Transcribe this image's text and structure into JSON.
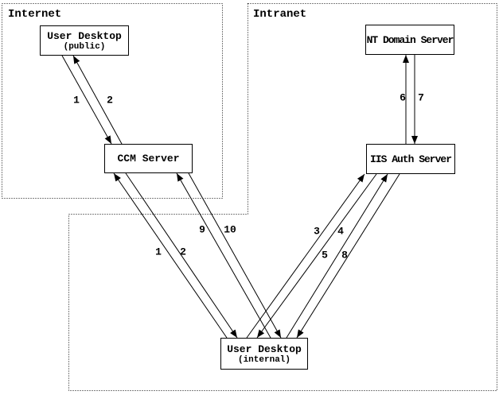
{
  "diagram": {
    "zones": [
      {
        "id": "internet",
        "label": "Internet"
      },
      {
        "id": "intranet",
        "label": "Intranet"
      }
    ],
    "nodes": [
      {
        "id": "user-desktop-public",
        "title": "User Desktop",
        "subtitle": "(public)",
        "zone": "internet"
      },
      {
        "id": "ccm-server",
        "title": "CCM Server",
        "subtitle": "",
        "zone": "internet"
      },
      {
        "id": "nt-domain-server",
        "title": "NT Domain Server",
        "subtitle": "",
        "zone": "intranet"
      },
      {
        "id": "iis-auth-server",
        "title": "IIS Auth Server",
        "subtitle": "",
        "zone": "intranet"
      },
      {
        "id": "user-desktop-internal",
        "title": "User Desktop",
        "subtitle": "(internal)",
        "zone": "intranet"
      }
    ],
    "edges": [
      {
        "label": "1",
        "from": "user-desktop-public",
        "to": "ccm-server"
      },
      {
        "label": "2",
        "from": "ccm-server",
        "to": "user-desktop-public"
      },
      {
        "label": "1",
        "from": "user-desktop-internal",
        "to": "ccm-server"
      },
      {
        "label": "2",
        "from": "ccm-server",
        "to": "user-desktop-internal"
      },
      {
        "label": "9",
        "from": "user-desktop-internal",
        "to": "ccm-server"
      },
      {
        "label": "10",
        "from": "ccm-server",
        "to": "user-desktop-internal"
      },
      {
        "label": "3",
        "from": "user-desktop-internal",
        "to": "iis-auth-server"
      },
      {
        "label": "4",
        "from": "iis-auth-server",
        "to": "user-desktop-internal"
      },
      {
        "label": "5",
        "from": "user-desktop-internal",
        "to": "iis-auth-server"
      },
      {
        "label": "8",
        "from": "iis-auth-server",
        "to": "user-desktop-internal"
      },
      {
        "label": "6",
        "from": "iis-auth-server",
        "to": "nt-domain-server"
      },
      {
        "label": "7",
        "from": "nt-domain-server",
        "to": "iis-auth-server"
      }
    ],
    "colors": {
      "line": "#000000",
      "background": "#ffffff"
    }
  }
}
